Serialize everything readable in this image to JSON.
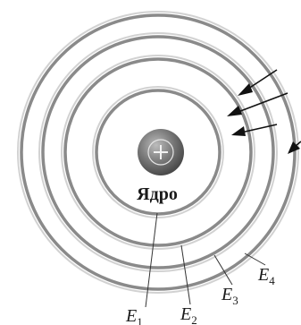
{
  "nucleus": {
    "label": "Ядро",
    "sign": "+"
  },
  "levels": [
    {
      "symbol": "E",
      "index": "1"
    },
    {
      "symbol": "E",
      "index": "2"
    },
    {
      "symbol": "E",
      "index": "3"
    },
    {
      "symbol": "E",
      "index": "4"
    }
  ],
  "colors": {
    "orbit": "#8a8a8a",
    "nucleus": "#7a7a7a",
    "arrow": "#111111"
  }
}
